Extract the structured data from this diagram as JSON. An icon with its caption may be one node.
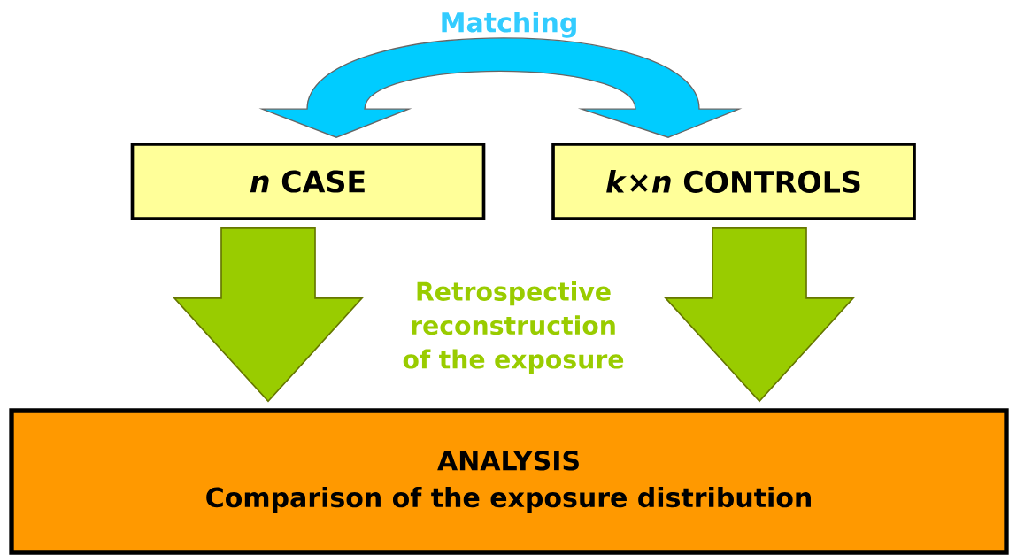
{
  "diagram": {
    "nodes": [
      {
        "text": [
          "*n* CASE"
        ]
      },
      {
        "text": [
          "*k*×*n* CONTROLS"
        ]
      },
      {
        "text": [
          "ANALYSIS",
          "Comparison of the exposure distribution"
        ]
      }
    ],
    "edges": [
      {
        "from": 0,
        "to": 1,
        "arrow": "both",
        "label": "Matching",
        "color": "#00ccff"
      },
      {
        "from": 0,
        "to": 2,
        "arrow": "to"
      },
      {
        "from": 1,
        "to": 2,
        "arrow": "to"
      }
    ],
    "labels": [
      "Retrospective reconstruction of the exposure"
    ]
  }
}
